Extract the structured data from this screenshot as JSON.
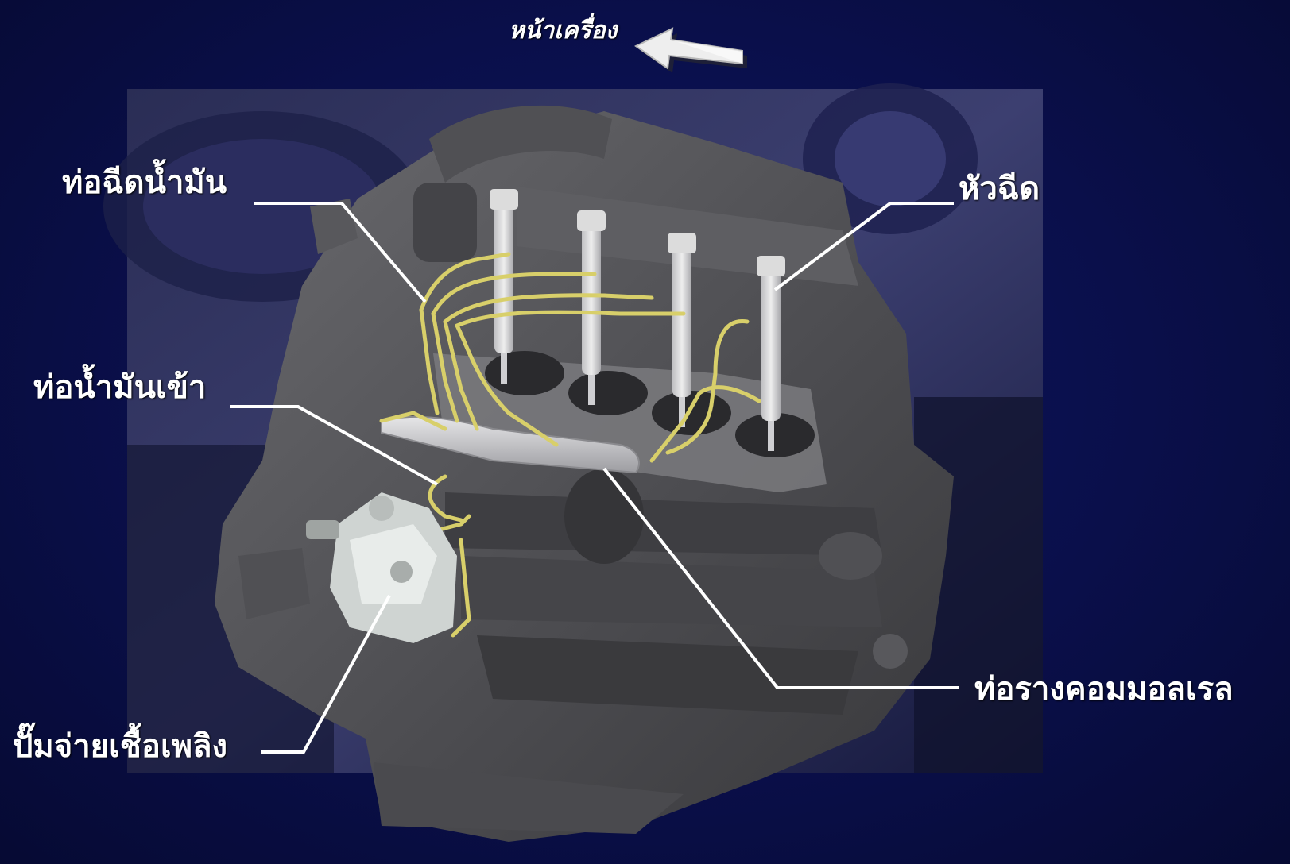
{
  "header": {
    "direction_label": "หน้าเครื่อง"
  },
  "callouts": {
    "injection_pipe": "ท่อฉีดน้ำมัน",
    "injector": "หัวฉีด",
    "fuel_inlet_pipe": "ท่อน้ำมันเข้า",
    "common_rail": "ท่อรางคอมมอลเรล",
    "supply_pump": "ปั๊มจ่ายเชื้อเพลิง"
  },
  "colors": {
    "background": "#0a0f4a",
    "engine": "#5a5a5e",
    "fuel_lines": "#d8cf6a",
    "leader_lines": "#ffffff",
    "label_text": "#ffffff"
  }
}
